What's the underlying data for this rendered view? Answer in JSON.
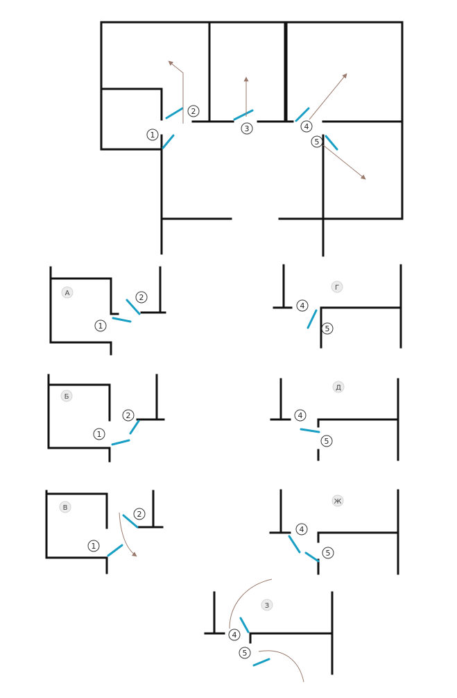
{
  "colors": {
    "wall": "#111111",
    "door": "#1a9fc4",
    "path": "#9a7a6c"
  },
  "door_numbers": [
    "1",
    "2",
    "3",
    "4",
    "5"
  ],
  "variant_labels": [
    "А",
    "Б",
    "В",
    "Г",
    "Д",
    "Ж",
    "З"
  ]
}
